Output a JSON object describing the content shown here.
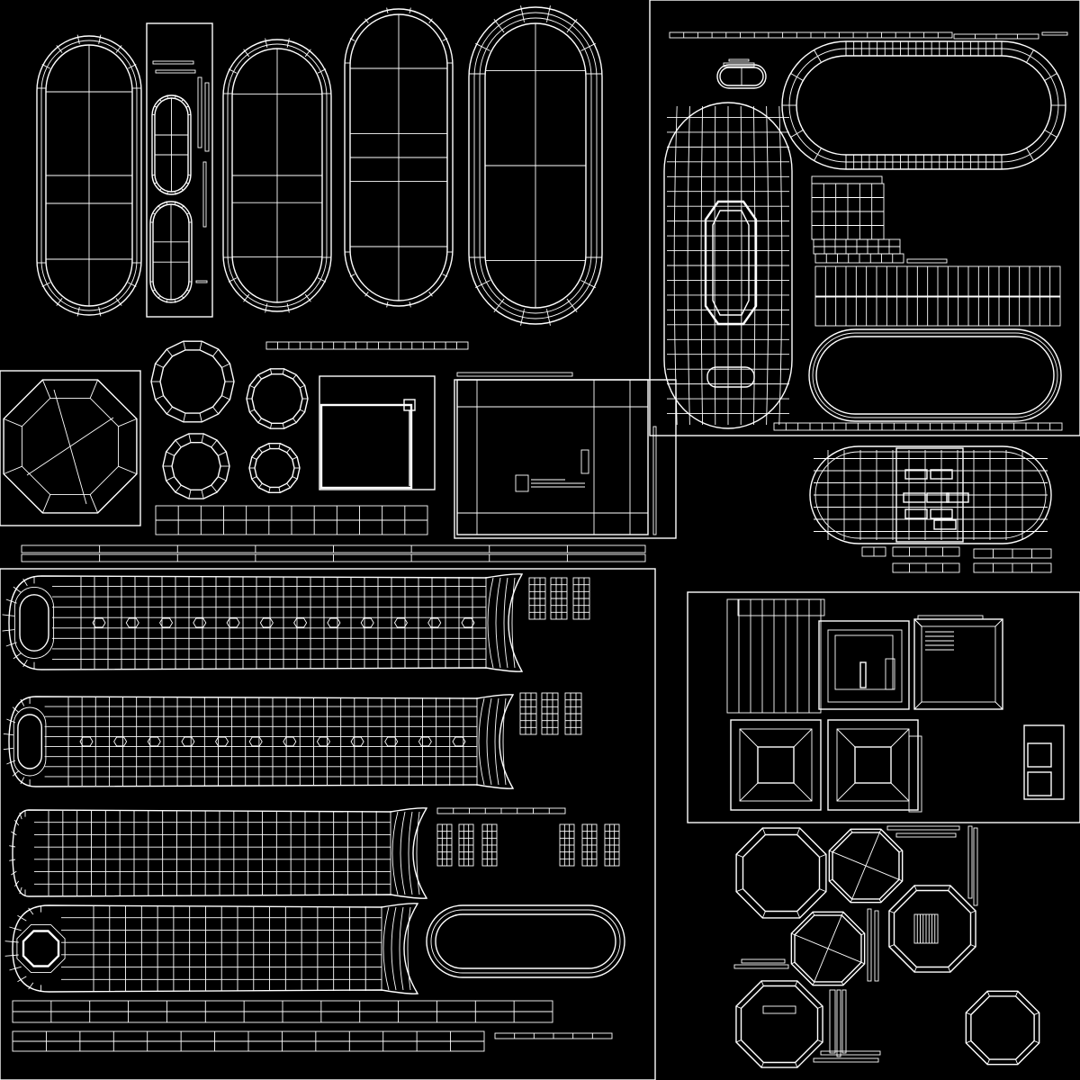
{
  "canvas": {
    "background": "#000000"
  },
  "colors": {
    "wire": "#ffffff",
    "panel_dark": "#202020",
    "panel_mid": "#1e1e1e",
    "panel_gray": "#b4b4b4",
    "panel_brown": "#3b2d1c",
    "panel_yellow": "#cccc55"
  },
  "panels": [
    {
      "id": "panel-stitching-strip",
      "color": "#202020"
    },
    {
      "id": "panel-octagon-cap",
      "color": "#202020"
    },
    {
      "id": "panel-capsule-shells",
      "color": "#1e1e1e"
    },
    {
      "id": "panel-strap-shells",
      "color": "#202020"
    },
    {
      "id": "panel-buckle-top",
      "color": "#b4b4b4"
    },
    {
      "id": "panel-brown-swatch",
      "color": "#3b2d1c"
    },
    {
      "id": "panel-yellow-swatch",
      "color": "#cccc55"
    }
  ]
}
